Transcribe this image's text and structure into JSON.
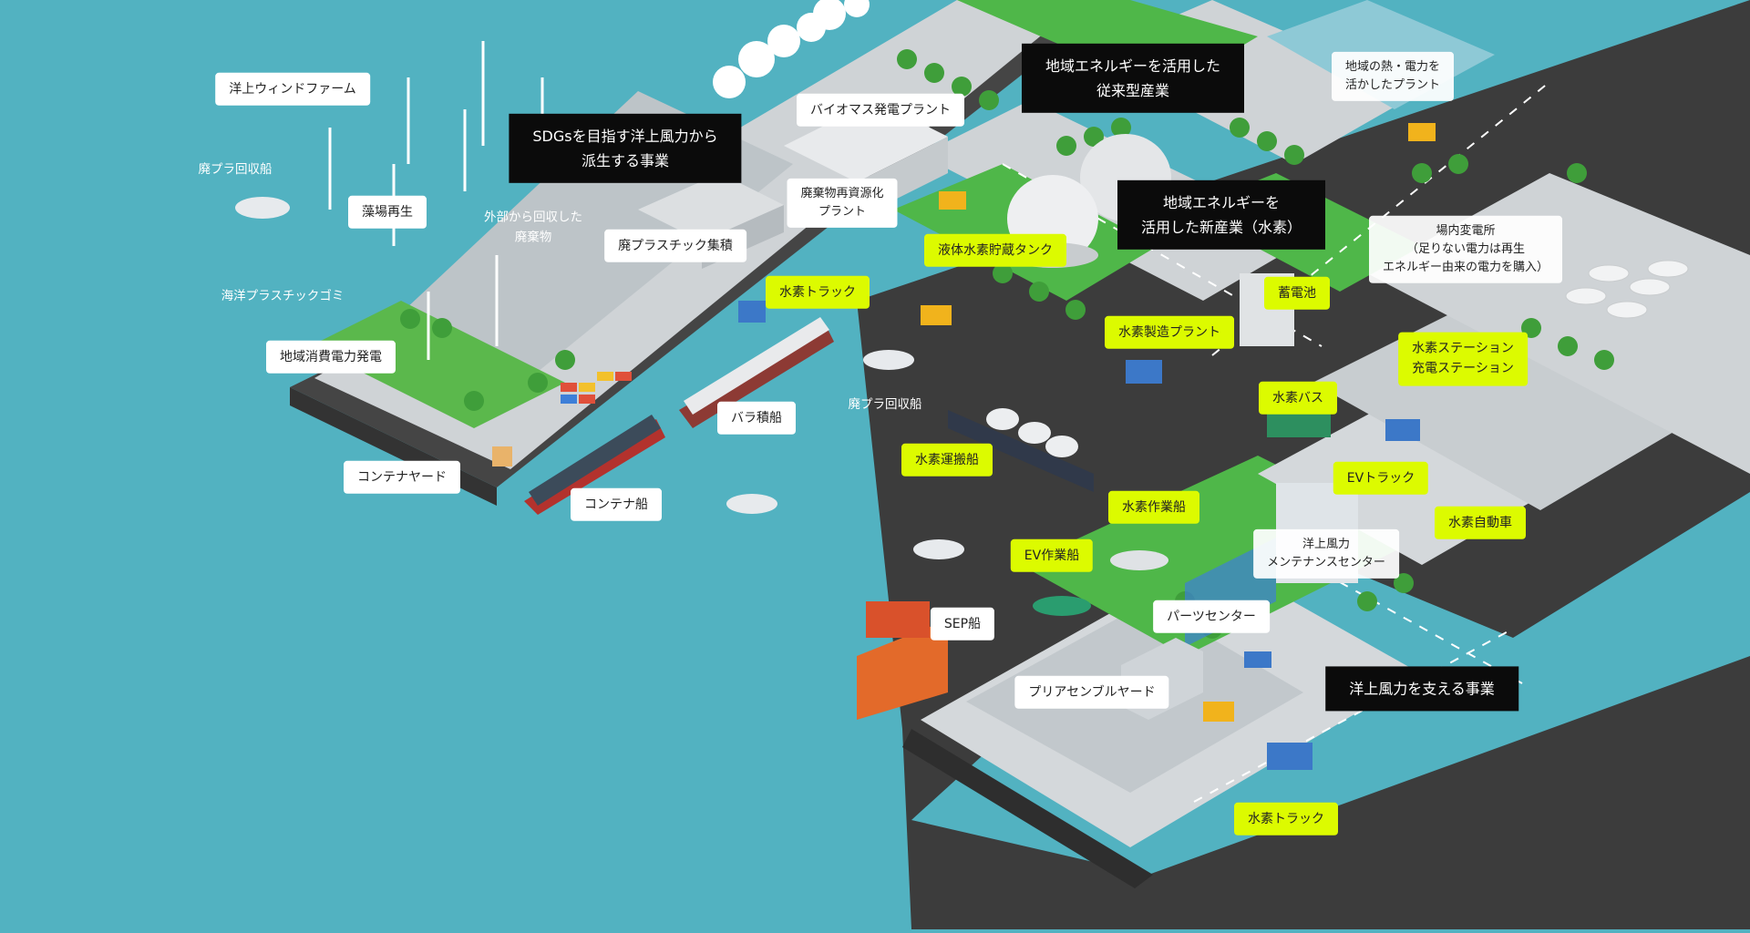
{
  "colors": {
    "sea": "#52b2c1",
    "road": "#3c3c3c",
    "pavement": "#d6d6d6",
    "grass": "#4fb749",
    "lime_label": "#dcfb00",
    "black_label": "#0b0b0b"
  },
  "headings": {
    "offshore_wind_derived": "SDGsを目指す洋上風力から\n派生する事業",
    "conventional_industry": "地域エネルギーを活用した\n従来型産業",
    "new_hydrogen_industry": "地域エネルギーを\n活用した新産業（水素）",
    "support_business": "洋上風力を支える事業"
  },
  "labels": {
    "offshore_wind_farm": "洋上ウィンドファーム",
    "plastic_recovery_ship_1": "廃プラ回収船",
    "seaweed_regeneration": "藻場再生",
    "collected_waste": "外部から回収した\n廃棄物",
    "ocean_plastic": "海洋プラスチックゴミ",
    "local_power": "地域消費電力発電",
    "container_yard": "コンテナヤード",
    "container_ship": "コンテナ船",
    "biomass_plant": "バイオマス発電プラント",
    "waste_recycling_plant": "廃棄物再資源化\nプラント",
    "plastic_collection": "廃プラスチック集積",
    "bulk_carrier": "バラ積船",
    "plastic_recovery_ship_2": "廃プラ回収船",
    "heat_power_plant": "地域の熱・電力を\n活かしたプラント",
    "substation": "場内変電所\n（足りない電力は再生\nエネルギー由来の電力を購入）",
    "om_center": "洋上風力\nメンテナンスセンター",
    "parts_center": "パーツセンター",
    "pre_assembly_yard": "プリアセンブルヤード",
    "sep_ship": "SEP船"
  },
  "hydrogen_labels": {
    "hydrogen_truck_1": "水素トラック",
    "liquid_hydrogen_tank": "液体水素貯蔵タンク",
    "battery": "蓄電池",
    "hydrogen_plant": "水素製造プラント",
    "hydrogen_station": "水素ステーション\n充電ステーション",
    "hydrogen_bus": "水素バス",
    "hydrogen_carrier": "水素運搬船",
    "ev_truck": "EVトラック",
    "hydrogen_car": "水素自動車",
    "hydrogen_work_boat": "水素作業船",
    "ev_work_boat": "EV作業船",
    "hydrogen_truck_2": "水素トラック"
  }
}
